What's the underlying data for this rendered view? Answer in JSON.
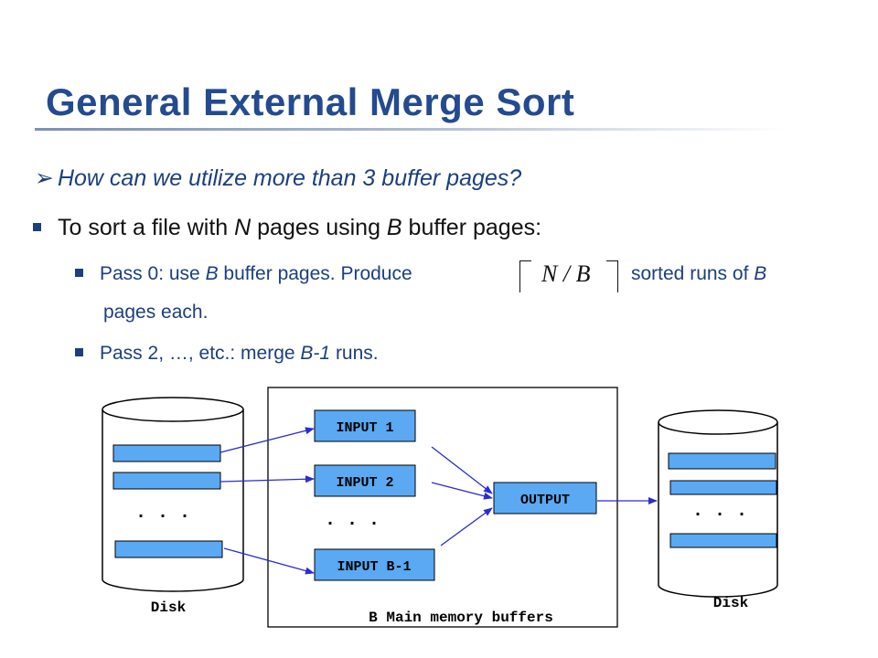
{
  "slide": {
    "title": "General External Merge Sort",
    "bullets": {
      "question_arrow": "➢",
      "question": "How can we utilize more than 3 buffer pages?",
      "main_pre": "To sort a file with ",
      "main_n": "N",
      "main_mid": " pages using ",
      "main_b": "B",
      "main_post": " buffer pages:",
      "pass0_pre": "Pass 0: use ",
      "pass0_b": "B",
      "pass0_mid": " buffer pages. Produce",
      "pass0_post": "sorted runs of ",
      "pass0_b2": "B",
      "pass0_cont": "pages each.",
      "pass0_formula": "N / B",
      "pass2_pre": "Pass 2, …,  etc.: merge ",
      "pass2_b": "B-1",
      "pass2_post": " runs."
    }
  },
  "diagram": {
    "input_1": "INPUT 1",
    "input_2": "INPUT 2",
    "input_b1": "INPUT B-1",
    "output": "OUTPUT",
    "ellipsis": ". . .",
    "disk_left": "Disk",
    "disk_right": "Disk",
    "memory_label": "B Main memory buffers",
    "colors": {
      "buffer_fill": "#5aa9f2",
      "stroke": "#000000",
      "arrow": "#2b2bd6",
      "title": "#244a8f",
      "body": "#1c3f7e"
    }
  }
}
